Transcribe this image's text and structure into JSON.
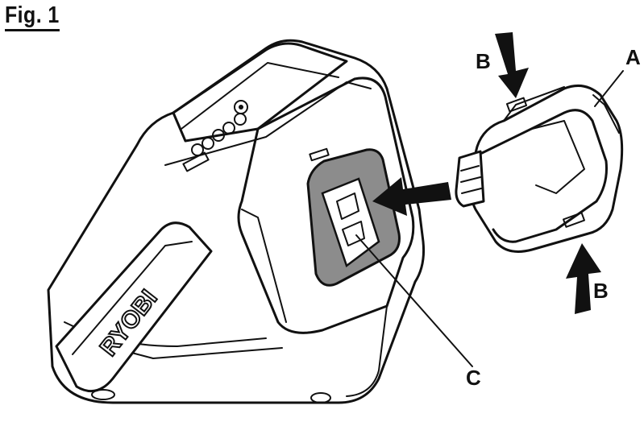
{
  "figure": {
    "title": "Fig. 1",
    "brand_logo_text": "RYOBI",
    "callouts": {
      "a": "A",
      "b_top": "B",
      "b_bottom": "B",
      "c": "C"
    },
    "colors": {
      "line": "#111111",
      "recess": "#8c8c8c",
      "background": "#ffffff"
    }
  }
}
